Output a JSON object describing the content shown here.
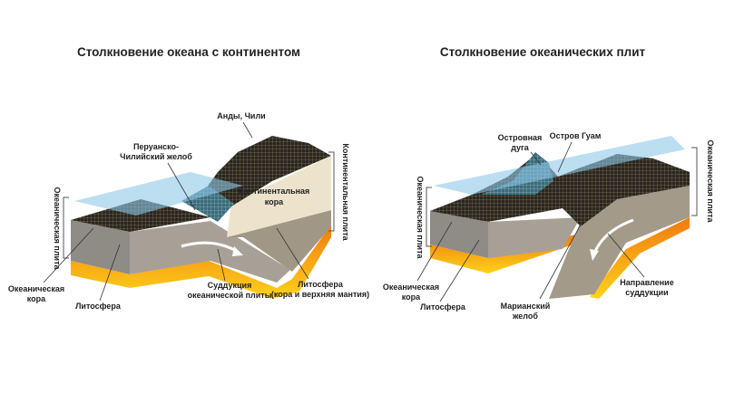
{
  "left": {
    "title": "Столкновение океана с континентом",
    "labels": {
      "andes": "Анды, Чили",
      "trench_1": "Перуанско-",
      "trench_2": "Чилийский желоб",
      "cont_crust_1": "Континентальная",
      "cont_crust_2": "кора",
      "cont_plate": "Континентальная плита",
      "ocean_plate": "Океаническая плита",
      "ocean_crust_1": "Океаническая",
      "ocean_crust_2": "кора",
      "lithosphere": "Литосфера",
      "subduction_1": "Суддукция",
      "subduction_2": "океанической плиты",
      "litho2_1": "Литосфера",
      "litho2_2": "(кора и верхняя мантия)"
    }
  },
  "right": {
    "title": "Столкновение океанических плит",
    "labels": {
      "arc_1": "Островная",
      "arc_2": "дуга",
      "guam": "Остров Гуам",
      "ocean_plate_right": "Океаническая плита",
      "ocean_plate_left": "Океаническая плита",
      "ocean_crust_1": "Океаническая",
      "ocean_crust_2": "кора",
      "lithosphere": "Литосфера",
      "trench_1": "Марианский",
      "trench_2": "желоб",
      "direction_1": "Направление",
      "direction_2": "суддукции"
    }
  }
}
